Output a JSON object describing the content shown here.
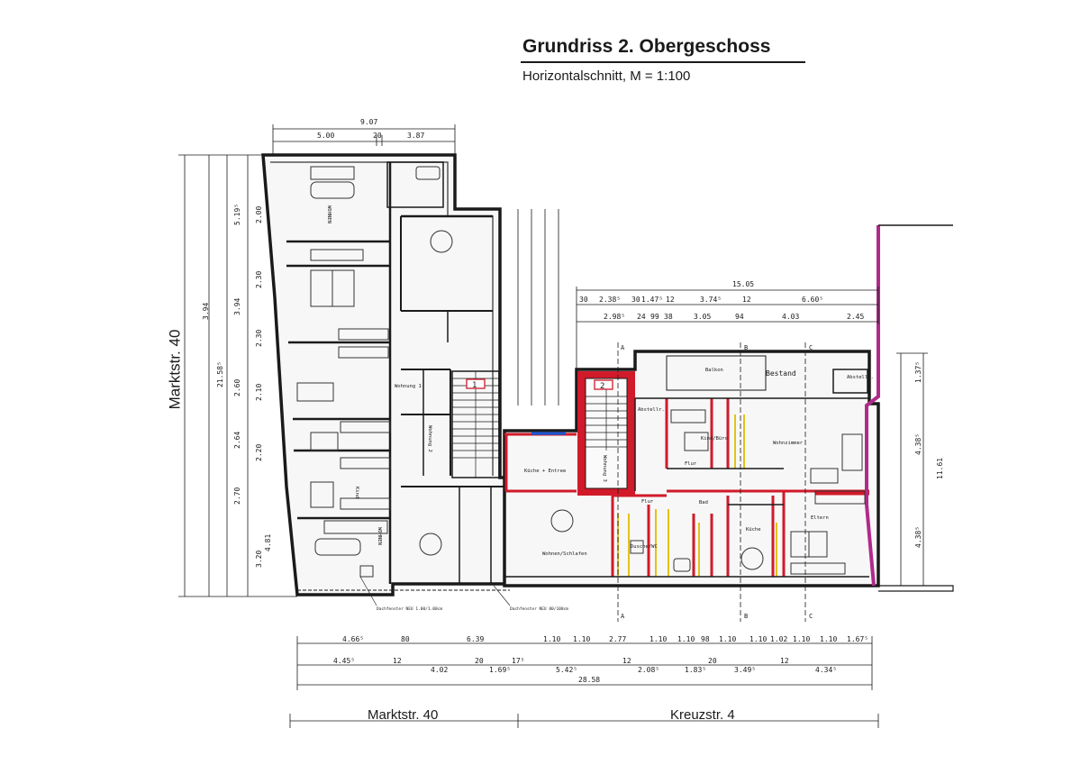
{
  "title": "Grundriss 2. Obergeschoss",
  "subtitle": "Horizontalschnitt, M = 1:100",
  "streets": {
    "left_vertical": "Marktstr. 40",
    "bottom_left": "Marktstr. 40",
    "bottom_right": "Kreuzstr. 4"
  },
  "labels": {
    "bestand": "Bestand",
    "balkon": "Balkon",
    "abstellr": "Abstellr.",
    "wohnung1": "Wohnung 1",
    "wohnung2": "Wohnung 2",
    "wohnung3": "Wohnung 3",
    "kueche_entree": "Küche + Entree",
    "wohnen_schlafen": "Wohnen/Schlafen",
    "kind_buero": "Kind/Büro",
    "wohnzimmer": "Wohnzimmer",
    "flur": "Flur",
    "dusche_wc": "Dusche/WC",
    "bad": "Bad",
    "kueche": "Küche",
    "eltern": "Eltern",
    "wohnen": "WOHNEN",
    "kind": "Kind",
    "stair1": "1",
    "stair2": "2",
    "eaves_left": "Dachfenster NEU 1.00/1.00cm",
    "eaves_right": "Dachfenster NEU 80/100cm"
  },
  "dims": {
    "top_total": "9.07",
    "top_a": "5.00",
    "top_b": "20",
    "top_c": "3.87",
    "right_total": "15.05",
    "right_row1": [
      "30",
      "2.38⁵",
      "30",
      "1.47⁵",
      "12",
      "3.74⁵",
      "12",
      "6.60⁵"
    ],
    "right_row2": [
      "2.98⁵",
      "24",
      "99",
      "38",
      "3.05",
      "94",
      "4.03",
      "2.45"
    ],
    "left_total": "21.58⁵",
    "left_col": [
      "5.19⁵",
      "3.94",
      "3.94",
      "2.60",
      "2.64",
      "2.70",
      "4.81"
    ],
    "left_col2": [
      "2.00",
      "2.30",
      "2.30",
      "2.10",
      "2.20",
      "3.20"
    ],
    "right_vert": [
      "1.37⁵",
      "4.38⁵",
      "4.38⁵",
      "11.61"
    ],
    "bottom_row1": [
      "4.66⁵",
      "80",
      "6.39",
      "1.10",
      "1.10",
      "2.77",
      "1.10",
      "1.10",
      "98",
      "1.10",
      "1.10",
      "1.02",
      "1.10",
      "1.10",
      "1.67⁵"
    ],
    "bottom_row2": [
      "4.45⁵",
      "12",
      "4.02",
      "20",
      "1.69⁵",
      "17⁵",
      "5.42⁵",
      "12",
      "2.08⁵",
      "1.83⁵",
      "20",
      "3.49⁵",
      "12",
      "4.34⁵"
    ],
    "bottom_total": "28.58"
  },
  "section_marks": [
    "A",
    "B",
    "C"
  ],
  "colors": {
    "line": "#1a1a1a",
    "wall_fill": "#9a9a9a",
    "new_wall": "#d11a2a",
    "new_stud": "#e2c21a",
    "window_blue": "#1f55c9",
    "magenta_wall": "#b02a8a",
    "furniture": "#333333"
  }
}
